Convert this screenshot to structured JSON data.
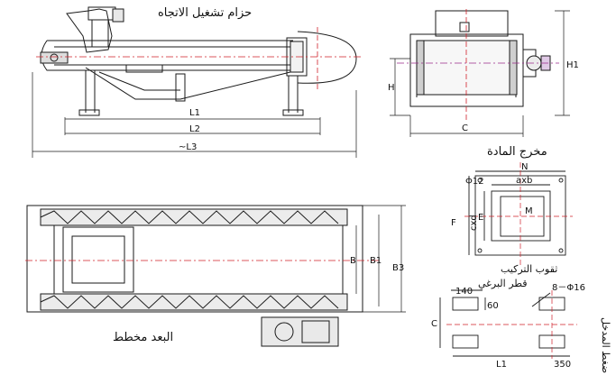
{
  "titles": {
    "side_view": "حزام تشغيل الاتجاه",
    "outlet": "مخرج المادة",
    "top_view": "البعد مخطط",
    "holes": "ثقوب التركيب",
    "bolt_hole_diameter": "قطر البرغي",
    "hole_note": "ضغط المدخل"
  },
  "labels": {
    "L1": "L1",
    "L2": "L2",
    "L3": "~L3",
    "H": "H",
    "H1": "H1",
    "C": "C",
    "N": "N",
    "phi12": "Φ12",
    "axb": "axb",
    "cxd": "cxd",
    "E": "E",
    "F": "F",
    "M": "M",
    "B": "B",
    "B1": "B1",
    "B3": "B3",
    "n140": "140",
    "n60": "60",
    "phi16": "8－Φ16",
    "L1b": "L1",
    "n350": "350",
    "Cb": "C"
  },
  "colors": {
    "line": "#1a1a1a",
    "centerline": "#d0202a",
    "accent": "#9b2a8a",
    "hatch": "#2a2a2a"
  }
}
